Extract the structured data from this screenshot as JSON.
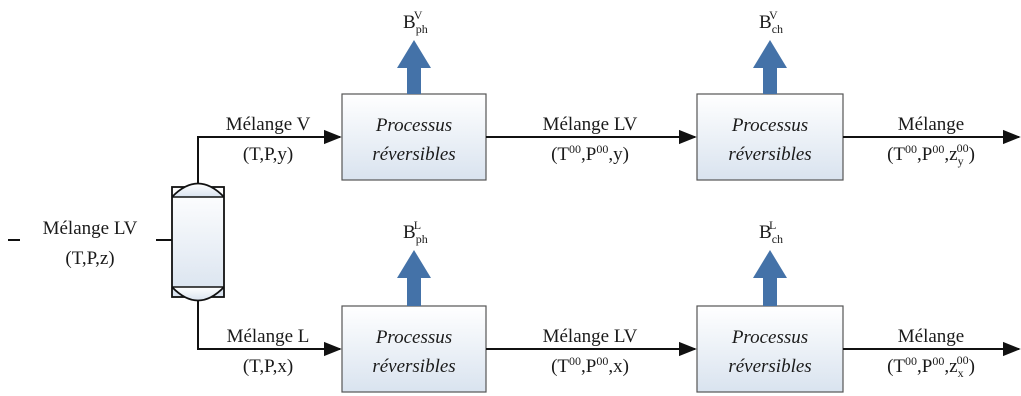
{
  "feed": {
    "name": "Mélange LV",
    "state": "(T,P,z)"
  },
  "box_label": {
    "line1": "Processus",
    "line2": "réversibles"
  },
  "colors": {
    "box_top": "#ffffff",
    "box_bottom": "#d9e3ef",
    "arrow": "#4472a8",
    "wire": "#111111"
  },
  "top": {
    "out_flash": {
      "name": "Mélange V",
      "state": "(T,P,y)"
    },
    "mid": {
      "name": "Mélange LV",
      "state_open": "(T",
      "state_sup1": "00",
      "state_sep": ",P",
      "state_sup2": "00",
      "state_close": ",y)"
    },
    "final": {
      "name": "Mélange",
      "state_open": "(T",
      "state_sup1": "00",
      "state_sep1": ",P",
      "state_sup2": "00",
      "state_sep2": ",z",
      "state_sub": "y",
      "state_sup3": "00",
      "state_close": ")"
    },
    "b1": {
      "base": "B",
      "sub": "ph",
      "sup": "V"
    },
    "b2": {
      "base": "B",
      "sub": "ch",
      "sup": "V"
    }
  },
  "bottom": {
    "out_flash": {
      "name": "Mélange L",
      "state": "(T,P,x)"
    },
    "mid": {
      "name": "Mélange LV",
      "state_open": "(T",
      "state_sup1": "00",
      "state_sep": ",P",
      "state_sup2": "00",
      "state_close": ",x)"
    },
    "final": {
      "name": "Mélange",
      "state_open": "(T",
      "state_sup1": "00",
      "state_sep1": ",P",
      "state_sup2": "00",
      "state_sep2": ",z",
      "state_sub": "x",
      "state_sup3": "00",
      "state_close": ")"
    },
    "b1": {
      "base": "B",
      "sub": "ph",
      "sup": "L"
    },
    "b2": {
      "base": "B",
      "sub": "ch",
      "sup": "L"
    }
  }
}
